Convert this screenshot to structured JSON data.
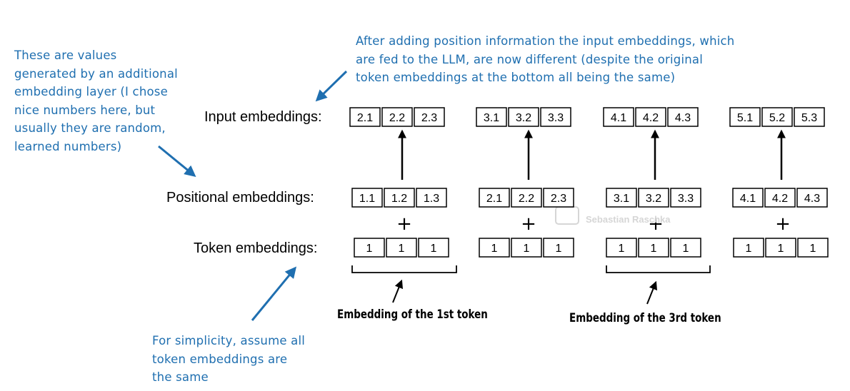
{
  "annotations": {
    "top_note": [
      "After adding position information the input embeddings, which",
      "are fed to the LLM, are now different (despite the original",
      "token embeddings at the bottom all being the same)"
    ],
    "left_note": [
      "These are values",
      "generated by an additional",
      "embedding layer (I chose",
      "nice numbers here, but",
      "usually they are random,",
      "learned numbers)"
    ],
    "bottom_note": [
      "For simplicity, assume all",
      "token embeddings are",
      "the same"
    ]
  },
  "row_labels": {
    "input": "Input embeddings:",
    "positional": "Positional embeddings:",
    "token": "Token embeddings:"
  },
  "tokens": [
    {
      "input": [
        "2.1",
        "2.2",
        "2.3"
      ],
      "positional": [
        "1.1",
        "1.2",
        "1.3"
      ],
      "token": [
        "1",
        "1",
        "1"
      ]
    },
    {
      "input": [
        "3.1",
        "3.2",
        "3.3"
      ],
      "positional": [
        "2.1",
        "2.2",
        "2.3"
      ],
      "token": [
        "1",
        "1",
        "1"
      ]
    },
    {
      "input": [
        "4.1",
        "4.2",
        "4.3"
      ],
      "positional": [
        "3.1",
        "3.2",
        "3.3"
      ],
      "token": [
        "1",
        "1",
        "1"
      ]
    },
    {
      "input": [
        "5.1",
        "5.2",
        "5.3"
      ],
      "positional": [
        "4.1",
        "4.2",
        "4.3"
      ],
      "token": [
        "1",
        "1",
        "1"
      ]
    }
  ],
  "operator": "+",
  "captions": {
    "first": "Embedding of the 1st token",
    "third": "Embedding of the 3rd token"
  },
  "watermark": "Sebastian Raschka",
  "colors": {
    "annotation": "#1f6fb0",
    "ink": "#000000",
    "watermark": "#d6d6d6"
  }
}
